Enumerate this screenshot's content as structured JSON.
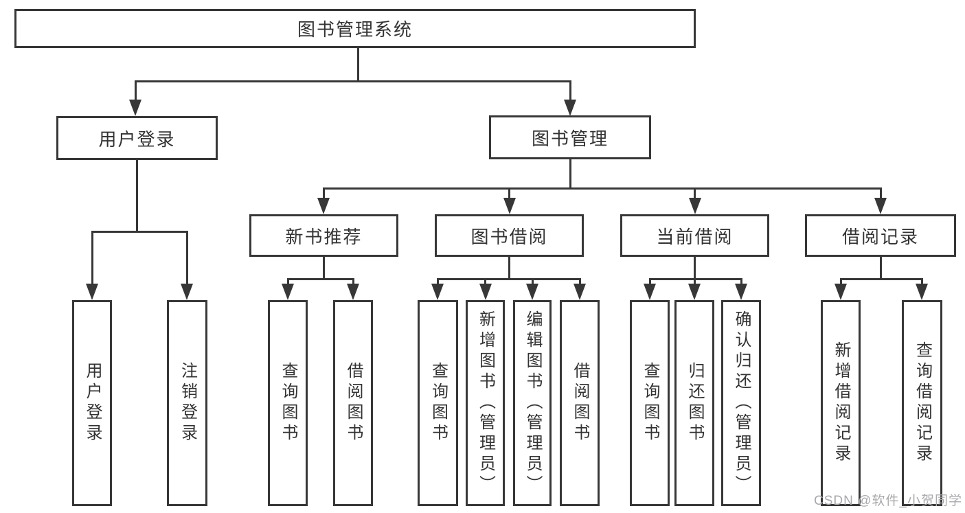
{
  "tree": {
    "label": "图书管理系统",
    "children": [
      {
        "label": "用户登录",
        "children": [
          {
            "label": "用户登录"
          },
          {
            "label": "注销登录"
          }
        ]
      },
      {
        "label": "图书管理",
        "children": [
          {
            "label": "新书推荐",
            "children": [
              {
                "label": "查询图书"
              },
              {
                "label": "借阅图书"
              }
            ]
          },
          {
            "label": "图书借阅",
            "children": [
              {
                "label": "查询图书"
              },
              {
                "label": "新增图书（管理员）"
              },
              {
                "label": "编辑图书（管理员）"
              },
              {
                "label": "借阅图书"
              }
            ]
          },
          {
            "label": "当前借阅",
            "children": [
              {
                "label": "查询图书"
              },
              {
                "label": "归还图书"
              },
              {
                "label": "确认归还（管理员）"
              }
            ]
          },
          {
            "label": "借阅记录",
            "children": [
              {
                "label": "新增借阅记录"
              },
              {
                "label": "查询借阅记录"
              }
            ]
          }
        ]
      }
    ]
  },
  "watermark": "CSDN @软件_小贺同学",
  "colors": {
    "line": "#373737",
    "text": "#333333",
    "watermark": "#a9a9ad",
    "background": "#ffffff"
  }
}
